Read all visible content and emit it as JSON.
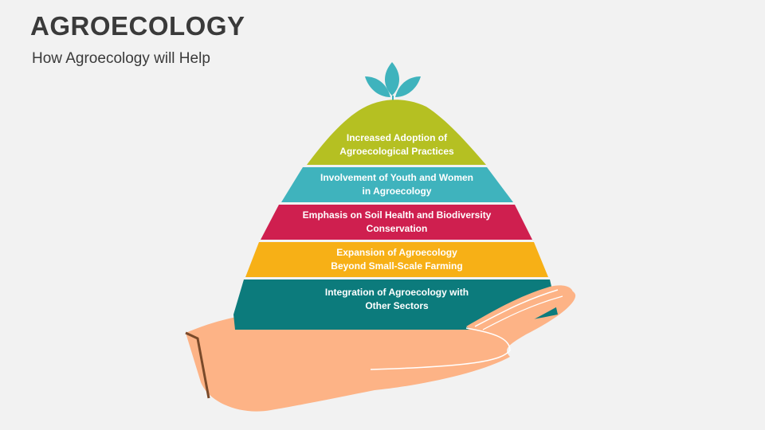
{
  "slide": {
    "title": "AGROECOLOGY",
    "subtitle": "How Agroecology will Help"
  },
  "pyramid": {
    "levels": [
      {
        "line1": "Increased Adoption of",
        "line2": "Agroecological Practices",
        "color": "#b5c022"
      },
      {
        "line1": "Involvement of Youth and Women",
        "line2": "in Agroecology",
        "color": "#3fb3bd"
      },
      {
        "line1": "Emphasis on Soil Health and Biodiversity",
        "line2": "Conservation",
        "color": "#cf1f4f"
      },
      {
        "line1": "Expansion of Agroecology",
        "line2": "Beyond Small-Scale Farming",
        "color": "#f7b016"
      },
      {
        "line1": "Integration of Agroecology with",
        "line2": "Other Sectors",
        "color": "#0c7b7c"
      }
    ],
    "leaf_color": "#3fb3bd",
    "hand_color": "#fdb386"
  }
}
